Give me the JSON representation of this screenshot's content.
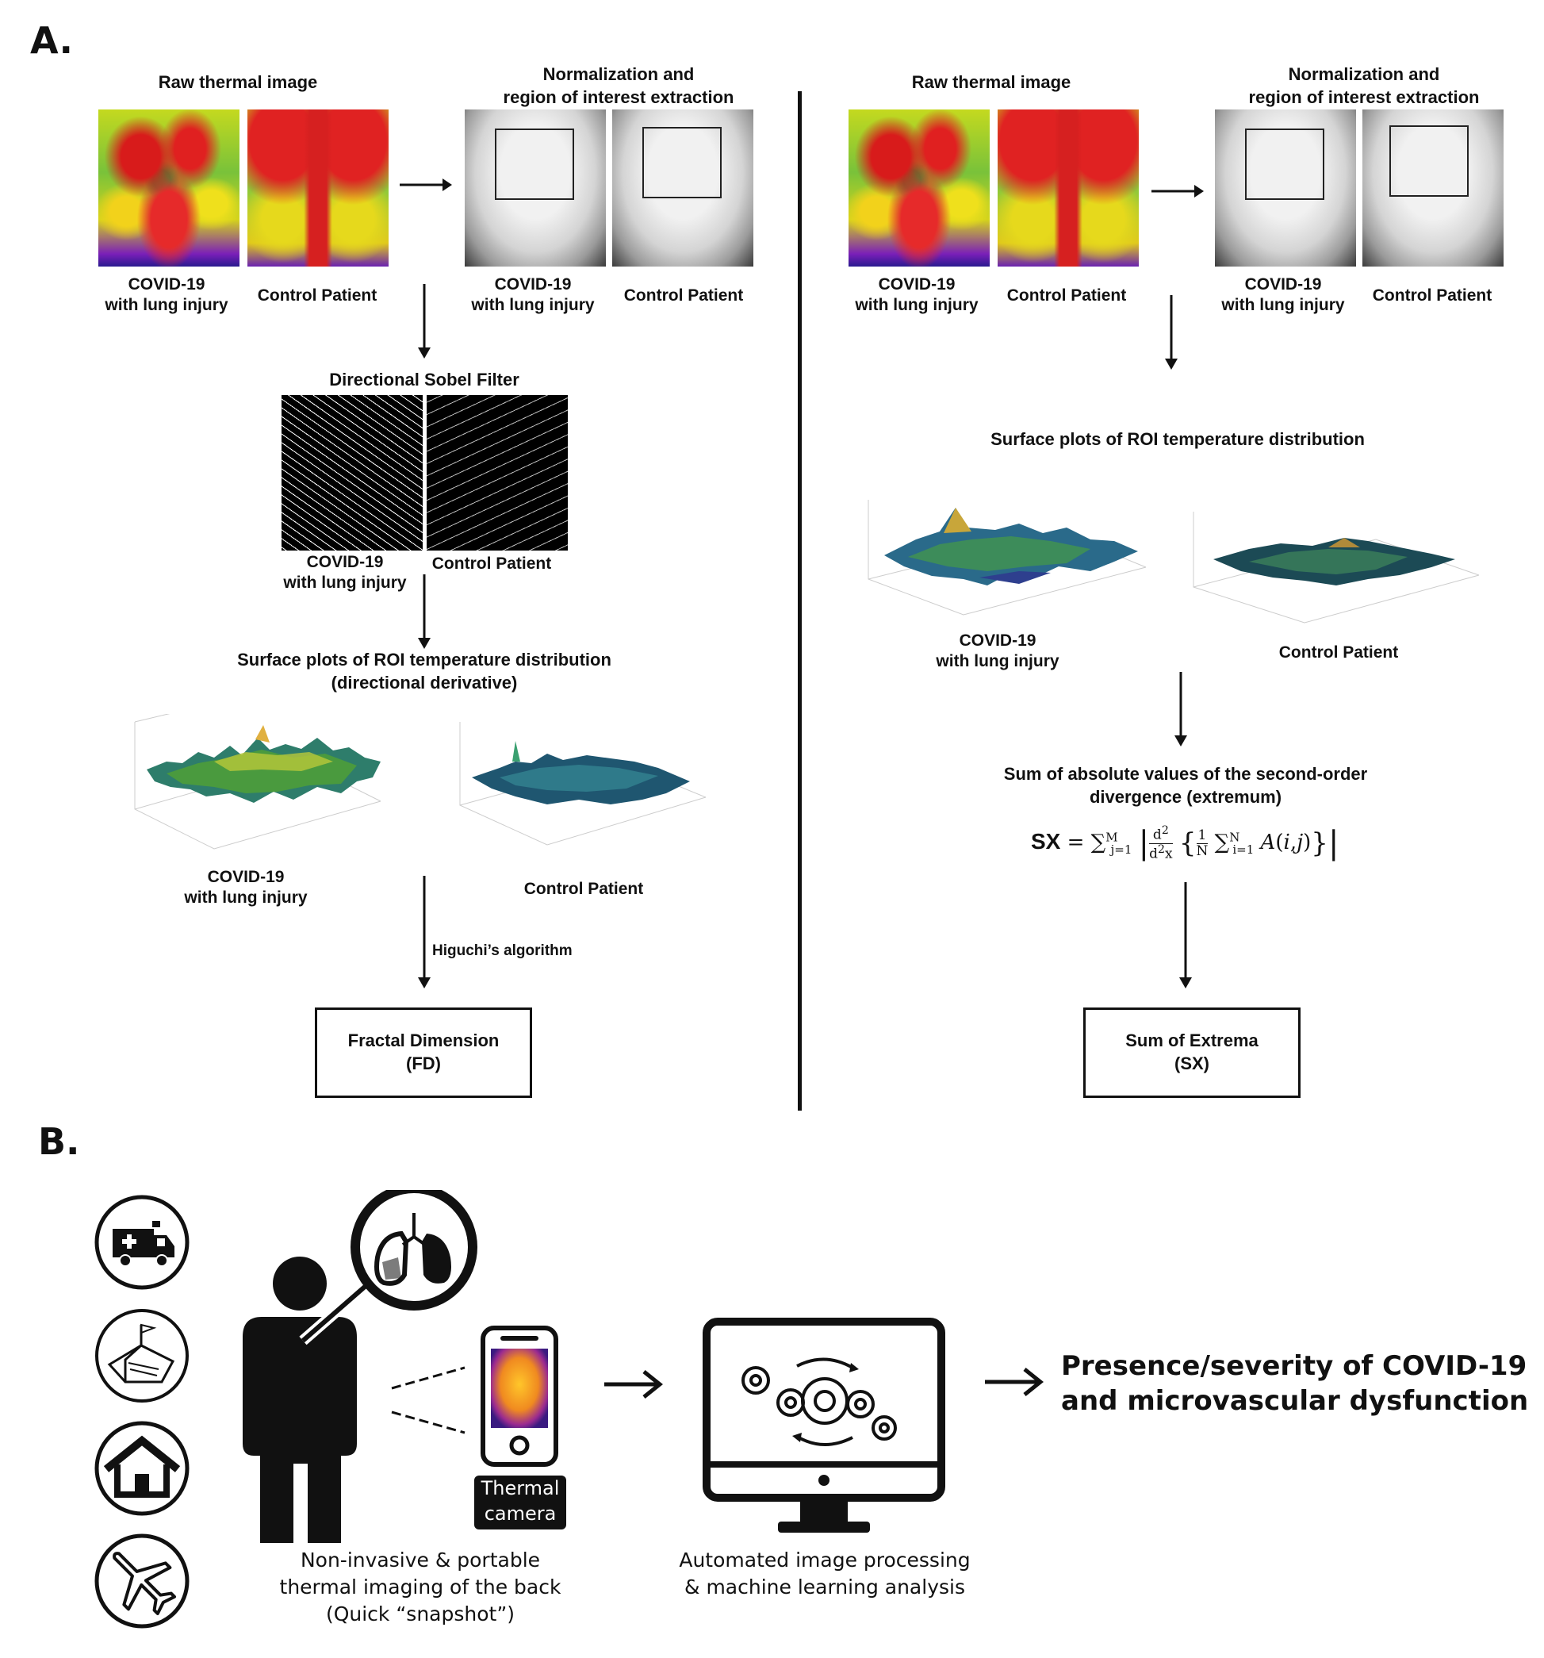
{
  "panel_a": {
    "letter": "A.",
    "left": {
      "raw_title": "Raw thermal image",
      "norm_title": "Normalization and\nregion of interest extraction",
      "label_covid": "COVID-19\nwith lung injury",
      "label_control": "Control Patient",
      "sobel_title": "Directional Sobel Filter",
      "surface_title": "Surface plots of ROI temperature distribution\n(directional derivative)",
      "higuchi": "Higuchi’s algorithm",
      "result": "Fractal Dimension\n(FD)"
    },
    "right": {
      "raw_title": "Raw thermal image",
      "norm_title": "Normalization and\nregion of interest extraction",
      "label_covid": "COVID-19\nwith lung injury",
      "label_control": "Control Patient",
      "surface_title": "Surface plots of ROI temperature distribution",
      "sum_title": "Sum of absolute values of the second-order\ndivergence  (extremum)",
      "formula_lhs": "SX",
      "result": "Sum of Extrema\n(SX)"
    }
  },
  "panel_b": {
    "letter": "B.",
    "icons": [
      "ambulance-icon",
      "tent-icon",
      "house-icon",
      "airplane-icon"
    ],
    "camera_label": "Thermal\ncamera",
    "caption_imaging": "Non-invasive & portable\nthermal imaging of the back\n(Quick “snapshot”)",
    "caption_processing": "Automated image processing\n& machine learning analysis",
    "result": "Presence/severity of COVID-19\nand microvascular dysfunction"
  }
}
